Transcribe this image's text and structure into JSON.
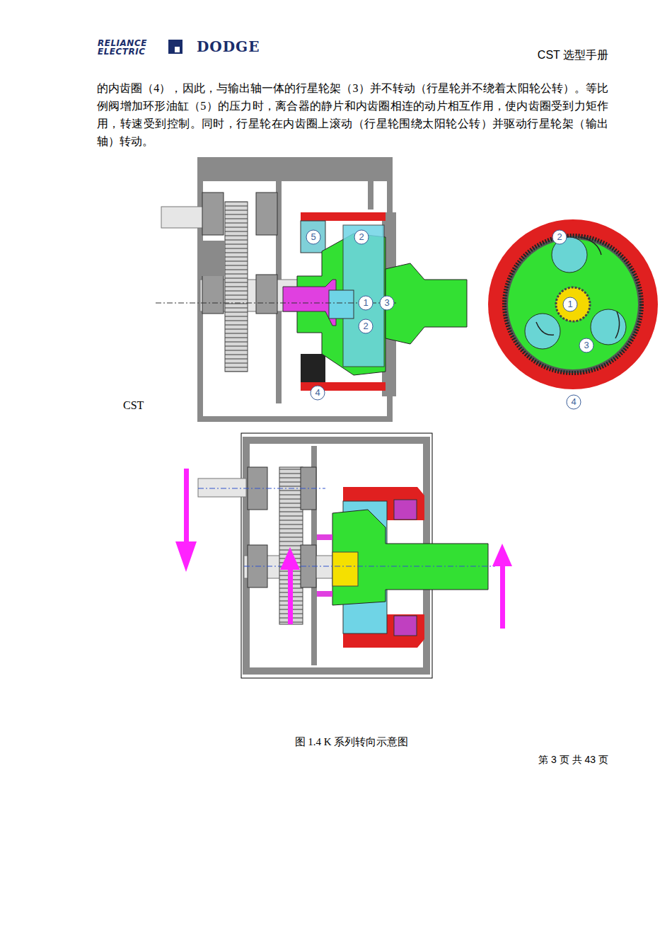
{
  "diagram": {
    "caption": "图 1.4 K 系列转向示意图",
    "labels": [
      "RELIANCE",
      "ELECTRIC",
      "DODGE",
      "CST 选型手册",
      "的内齿圈（4），因此，与输出轴一体的行星轮架（3）并不转动（行星轮并不绕着太阳轮公转）。等比例阀增加环形油缸（5）的压力时，离合器的静片和内齿圈相连的动片相互作用，使内齿圈受到力矩作用，转速受到控制。同时，行星轮在内齿圈上滚动（行星轮围绕太阳轮公转）并驱动行星轮架（输出轴）转动。",
      "5",
      "2",
      "1",
      "3",
      "2",
      "4",
      "2",
      "1",
      "3",
      "4",
      "CST",
      "第 3 页 共 43 页"
    ]
  }
}
